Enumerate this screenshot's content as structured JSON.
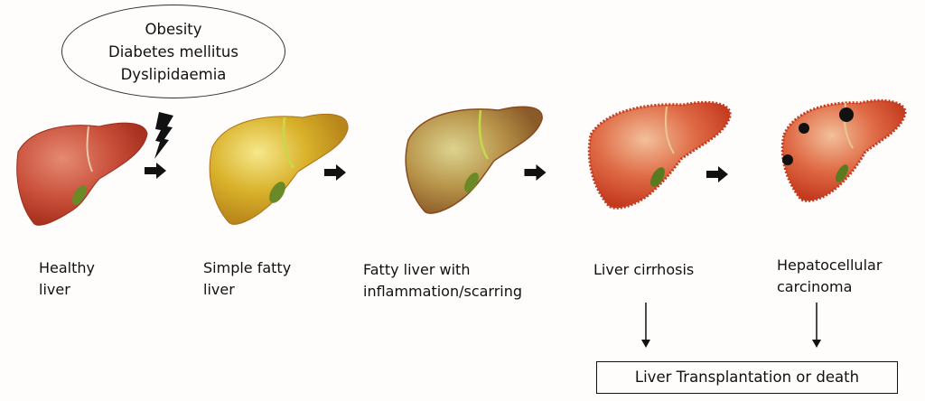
{
  "risk_factors": {
    "items": [
      "Obesity",
      "Diabetes mellitus",
      "Dyslipidaemia"
    ]
  },
  "stages": [
    {
      "lines": [
        "Healthy",
        "liver"
      ],
      "color": "#c94b35",
      "highlight": "#e07f68"
    },
    {
      "lines": [
        "Simple fatty",
        "liver"
      ],
      "color": "#d9b12a",
      "highlight": "#f3e27a"
    },
    {
      "lines": [
        "Fatty liver with",
        "inflammation/scarring"
      ],
      "color": "#a8853a",
      "highlight": "#d8cc88"
    },
    {
      "lines": [
        "Liver cirrhosis"
      ],
      "color": "#d6502f",
      "highlight": "#efb28c"
    },
    {
      "lines": [
        "Hepatocellular",
        "carcinoma"
      ],
      "color": "#d6502f",
      "highlight": "#efb28c"
    }
  ],
  "outcome": {
    "label": "Liver Transplantation or death"
  },
  "icons": {
    "trigger": "lightning-bolt-icon",
    "progression": "right-arrow-icon",
    "outcome_arrow": "down-arrow-icon"
  }
}
